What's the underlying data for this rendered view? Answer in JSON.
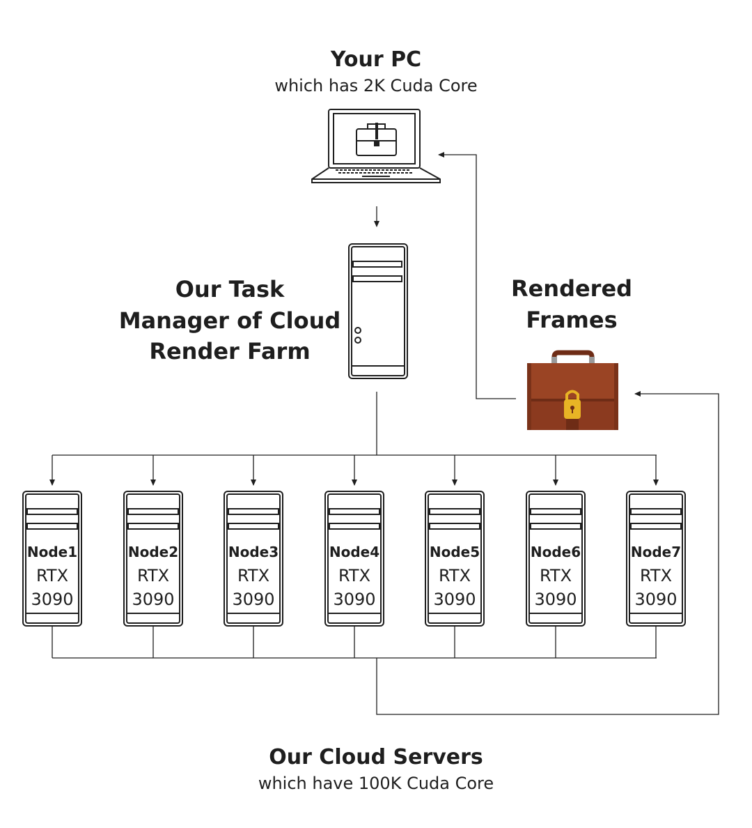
{
  "your_pc": {
    "title": "Your PC",
    "subtitle": "which has 2K Cuda Core"
  },
  "task_manager": {
    "lines": [
      "Our Task",
      "Manager of Cloud",
      "Render Farm"
    ]
  },
  "rendered_frames": {
    "lines": [
      "Rendered",
      "Frames"
    ]
  },
  "nodes": [
    {
      "name": "Node1",
      "gpu": "RTX",
      "model": "3090"
    },
    {
      "name": "Node2",
      "gpu": "RTX",
      "model": "3090"
    },
    {
      "name": "Node3",
      "gpu": "RTX",
      "model": "3090"
    },
    {
      "name": "Node4",
      "gpu": "RTX",
      "model": "3090"
    },
    {
      "name": "Node5",
      "gpu": "RTX",
      "model": "3090"
    },
    {
      "name": "Node6",
      "gpu": "RTX",
      "model": "3090"
    },
    {
      "name": "Node7",
      "gpu": "RTX",
      "model": "3090"
    }
  ],
  "cloud_servers": {
    "title": "Our Cloud Servers",
    "subtitle": "which have 100K Cuda Core"
  },
  "colors": {
    "stroke": "#1e1e1e",
    "briefcase_body": "#8b3a1f",
    "briefcase_dark": "#6e2c16",
    "lock": "#e8b425"
  }
}
